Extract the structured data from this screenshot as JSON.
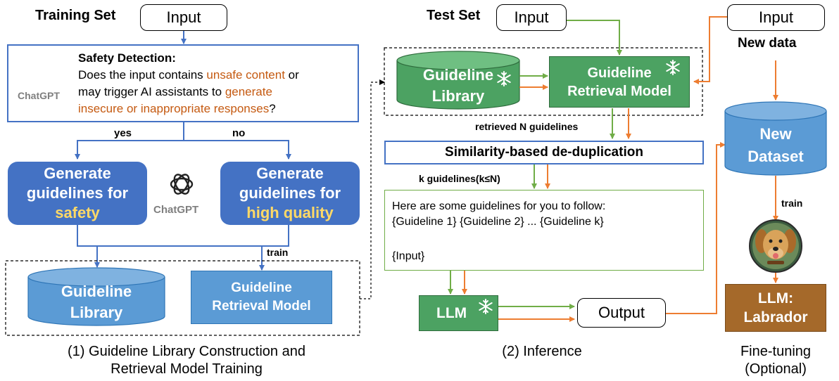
{
  "left": {
    "training_set_label": "Training Set",
    "input_label": "Input",
    "safety": {
      "title": "Safety Detection:",
      "line1_a": "Does the input contains ",
      "line1_b": "unsafe content",
      "line1_c": " or",
      "line2_a": "may trigger AI assistants to ",
      "line2_b": "generate",
      "line3_b": "insecure or inappropriate responses",
      "line3_c": "?",
      "chatgpt": "ChatGPT"
    },
    "yes": "yes",
    "no": "no",
    "gen_safety_l1": "Generate",
    "gen_safety_l2": "guidelines for",
    "gen_safety_l3": "safety",
    "gen_quality_l1": "Generate",
    "gen_quality_l2": "guidelines for",
    "gen_quality_l3": "high quality",
    "chatgpt_mid": "ChatGPT",
    "train": "train",
    "library_l1": "Guideline",
    "library_l2": "Library",
    "retrieval_l1": "Guideline",
    "retrieval_l2": "Retrieval Model",
    "caption_l1": "(1)  Guideline Library Construction and",
    "caption_l2": "Retrieval Model Training"
  },
  "middle": {
    "test_set_label": "Test Set",
    "input_label": "Input",
    "library_l1": "Guideline",
    "library_l2": "Library",
    "retrieval_l1": "Guideline",
    "retrieval_l2": "Retrieval Model",
    "retrieved": "retrieved N guidelines",
    "dedup": "Similarity-based de-duplication",
    "k_guidelines": "k guidelines(k≤N)",
    "prompt_l1": "Here are some guidelines for you to follow:",
    "prompt_l2": "{Guideline 1} {Guideline 2} ... {Guideline k}",
    "prompt_l3": "{Input}",
    "llm": "LLM",
    "output": "Output",
    "caption": "(2) Inference"
  },
  "right": {
    "input_label": "Input",
    "new_data": "New data",
    "dataset_l1": "New",
    "dataset_l2": "Dataset",
    "train": "train",
    "labrador_l1": "LLM:",
    "labrador_l2": "Labrador",
    "caption_l1": "Fine-tuning",
    "caption_l2": "(Optional)"
  },
  "colors": {
    "blue": "#4472c4",
    "light_blue": "#5b9bd5",
    "green": "#4ca262",
    "orange": "#ed7d31",
    "brown": "#a5692a",
    "highlight_yellow": "#ffd966",
    "highlight_orange": "#c55a11"
  },
  "icons": [
    "chatgpt-logo-icon",
    "snowflake-icon",
    "labrador-dog-icon"
  ]
}
